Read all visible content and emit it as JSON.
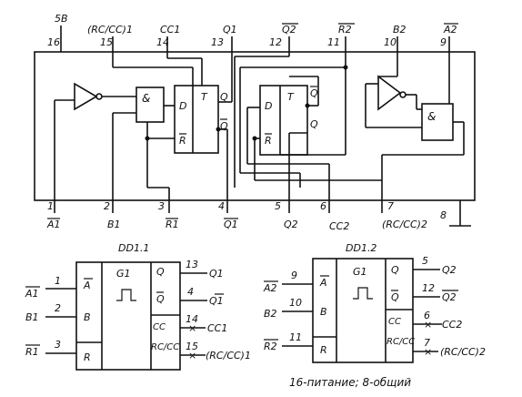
{
  "schematic": {
    "top_pins": [
      {
        "num": "16",
        "label": "5B"
      },
      {
        "num": "15",
        "label": "(RC/CC)1"
      },
      {
        "num": "14",
        "label": "CC1"
      },
      {
        "num": "13",
        "label": "Q1"
      },
      {
        "num": "12",
        "label": "Q2"
      },
      {
        "num": "11",
        "label": "R2"
      },
      {
        "num": "10",
        "label": "B2"
      },
      {
        "num": "9",
        "label": "A2"
      }
    ],
    "bottom_pins": [
      {
        "num": "1",
        "label": "A1"
      },
      {
        "num": "2",
        "label": "B1"
      },
      {
        "num": "3",
        "label": "R1"
      },
      {
        "num": "4",
        "label": "Q1"
      },
      {
        "num": "5",
        "label": "Q2"
      },
      {
        "num": "6",
        "label": "CC2"
      },
      {
        "num": "7",
        "label": "(RC/CC)2"
      },
      {
        "num": "8",
        "label": ""
      }
    ],
    "gate_and": "&",
    "ff_d": "D",
    "ff_t": "T",
    "ff_r": "R",
    "ff_q": "Q",
    "ff_qbar": "Q"
  },
  "dd1": {
    "title": "DD1.1",
    "func": "G1",
    "inputs": [
      {
        "signal": "A1",
        "pin": "1",
        "field": "A"
      },
      {
        "signal": "B1",
        "pin": "2",
        "field": "B"
      },
      {
        "signal": "R1",
        "pin": "3",
        "field": "R"
      }
    ],
    "outputs": [
      {
        "field": "Q",
        "pin": "13",
        "signal": "Q1"
      },
      {
        "field": "Q",
        "pin": "4",
        "signal": "Q1"
      },
      {
        "field": "CC",
        "pin": "14",
        "signal": "CC1"
      },
      {
        "field": "RC/CC",
        "pin": "15",
        "signal": "(RC/CC)1"
      }
    ]
  },
  "dd2": {
    "title": "DD1.2",
    "func": "G1",
    "inputs": [
      {
        "signal": "A2",
        "pin": "9",
        "field": "A"
      },
      {
        "signal": "B2",
        "pin": "10",
        "field": "B"
      },
      {
        "signal": "R2",
        "pin": "11",
        "field": "R"
      }
    ],
    "outputs": [
      {
        "field": "Q",
        "pin": "5",
        "signal": "Q2"
      },
      {
        "field": "Q",
        "pin": "12",
        "signal": "Q2"
      },
      {
        "field": "CC",
        "pin": "6",
        "signal": "CC2"
      },
      {
        "field": "RC/CC",
        "pin": "7",
        "signal": "(RC/CC)2"
      }
    ]
  },
  "footnote": "16-питание; 8-общий"
}
